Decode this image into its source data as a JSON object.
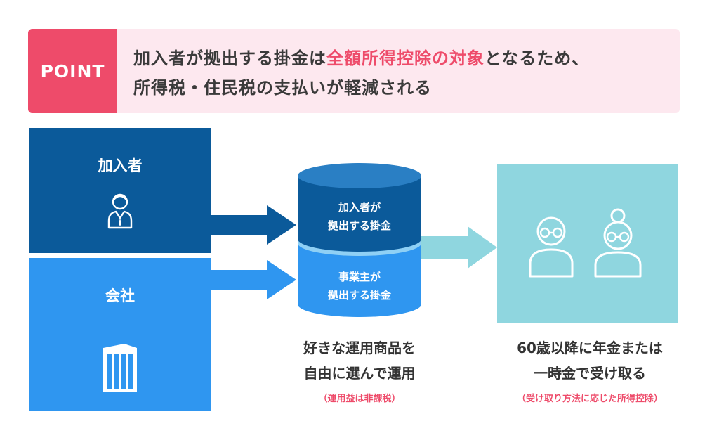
{
  "banner": {
    "badge": "POINT",
    "line1_pre": "加入者が拠出する掛金は",
    "line1_highlight": "全額所得控除の対象",
    "line1_post": "となるため、",
    "line2": "所得税・住民税の支払いが軽減される"
  },
  "left": {
    "member_label": "加入者",
    "company_label": "会社"
  },
  "cylinder": {
    "top_line1": "加入者が",
    "top_line2": "拠出する掛金",
    "bottom_line1": "事業主が",
    "bottom_line2": "拠出する掛金"
  },
  "middle_caption": {
    "line1": "好きな運用商品を",
    "line2": "自由に選んで運用",
    "note": "（運用益は非課税）"
  },
  "right_caption": {
    "line1": "60歳以降に年金または",
    "line2": "一時金で受け取る",
    "note": "（受け取り方法に応じた所得控除）"
  },
  "colors": {
    "accent_pink": "#ee4b6a",
    "banner_bg": "#fde8ef",
    "dark_blue": "#0b5a9a",
    "mid_blue": "#2f96f0",
    "light_teal": "#8fd6df"
  },
  "icons": [
    "person-icon",
    "building-icon",
    "elderly-man-icon",
    "elderly-woman-icon"
  ]
}
